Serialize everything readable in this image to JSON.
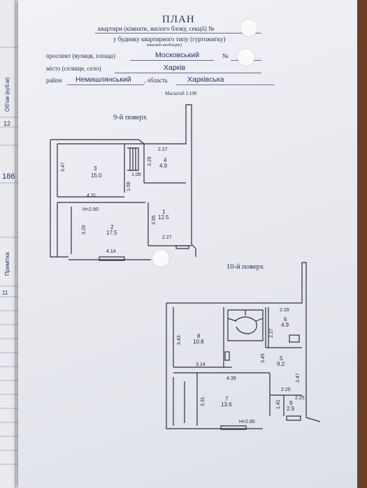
{
  "header": {
    "title": "ПЛАН",
    "line1": "квартири (кімнати, жилого блоку, секції) №",
    "line2": "у будинку квартирного типу (гуртожитку)",
    "line2_note": "(вказати необхідне)",
    "street_label": "проспект (вулиця, площа)",
    "street_value": "Московський",
    "number_label": "№",
    "city_label": "місто (селище, село)",
    "city_value": "Харків",
    "district_label": "район",
    "district_value": "Немишлянський",
    "region_label": ", область",
    "region_value": "Харківська",
    "scale": "Масштаб 1:100"
  },
  "margin": {
    "volume_label": "Об'єм (куб.м)",
    "n12": "12",
    "n186": "186",
    "note_label": "Примітка",
    "n11": "11"
  },
  "floor9": {
    "title": "9-й поверх",
    "rooms": [
      {
        "num": "3",
        "area": "15.0"
      },
      {
        "num": "4",
        "area": "4.9"
      },
      {
        "num": "2",
        "area": "17.5"
      },
      {
        "num": "1",
        "area": "12.5"
      }
    ],
    "dims": [
      "2.27",
      "3.47",
      "1.06",
      "3.29",
      "4.31",
      "1.08",
      "H=2.80",
      "3.29",
      "3.95",
      "2.27",
      "4.14"
    ]
  },
  "floor10": {
    "title": "10-й поверх",
    "rooms": [
      {
        "num": "8",
        "area": "10.8"
      },
      {
        "num": "6",
        "area": "4.9"
      },
      {
        "num": "5",
        "area": "9.2"
      },
      {
        "num": "7",
        "area": "13.6"
      },
      {
        "num": "9",
        "area": "2.9"
      }
    ],
    "dims": [
      "2.29",
      "3.43",
      "2.27",
      "3.45",
      "3.14",
      "2.47",
      "4.39",
      "2.25",
      "3.31",
      "1.41",
      "2.25",
      "H=2.80"
    ]
  }
}
